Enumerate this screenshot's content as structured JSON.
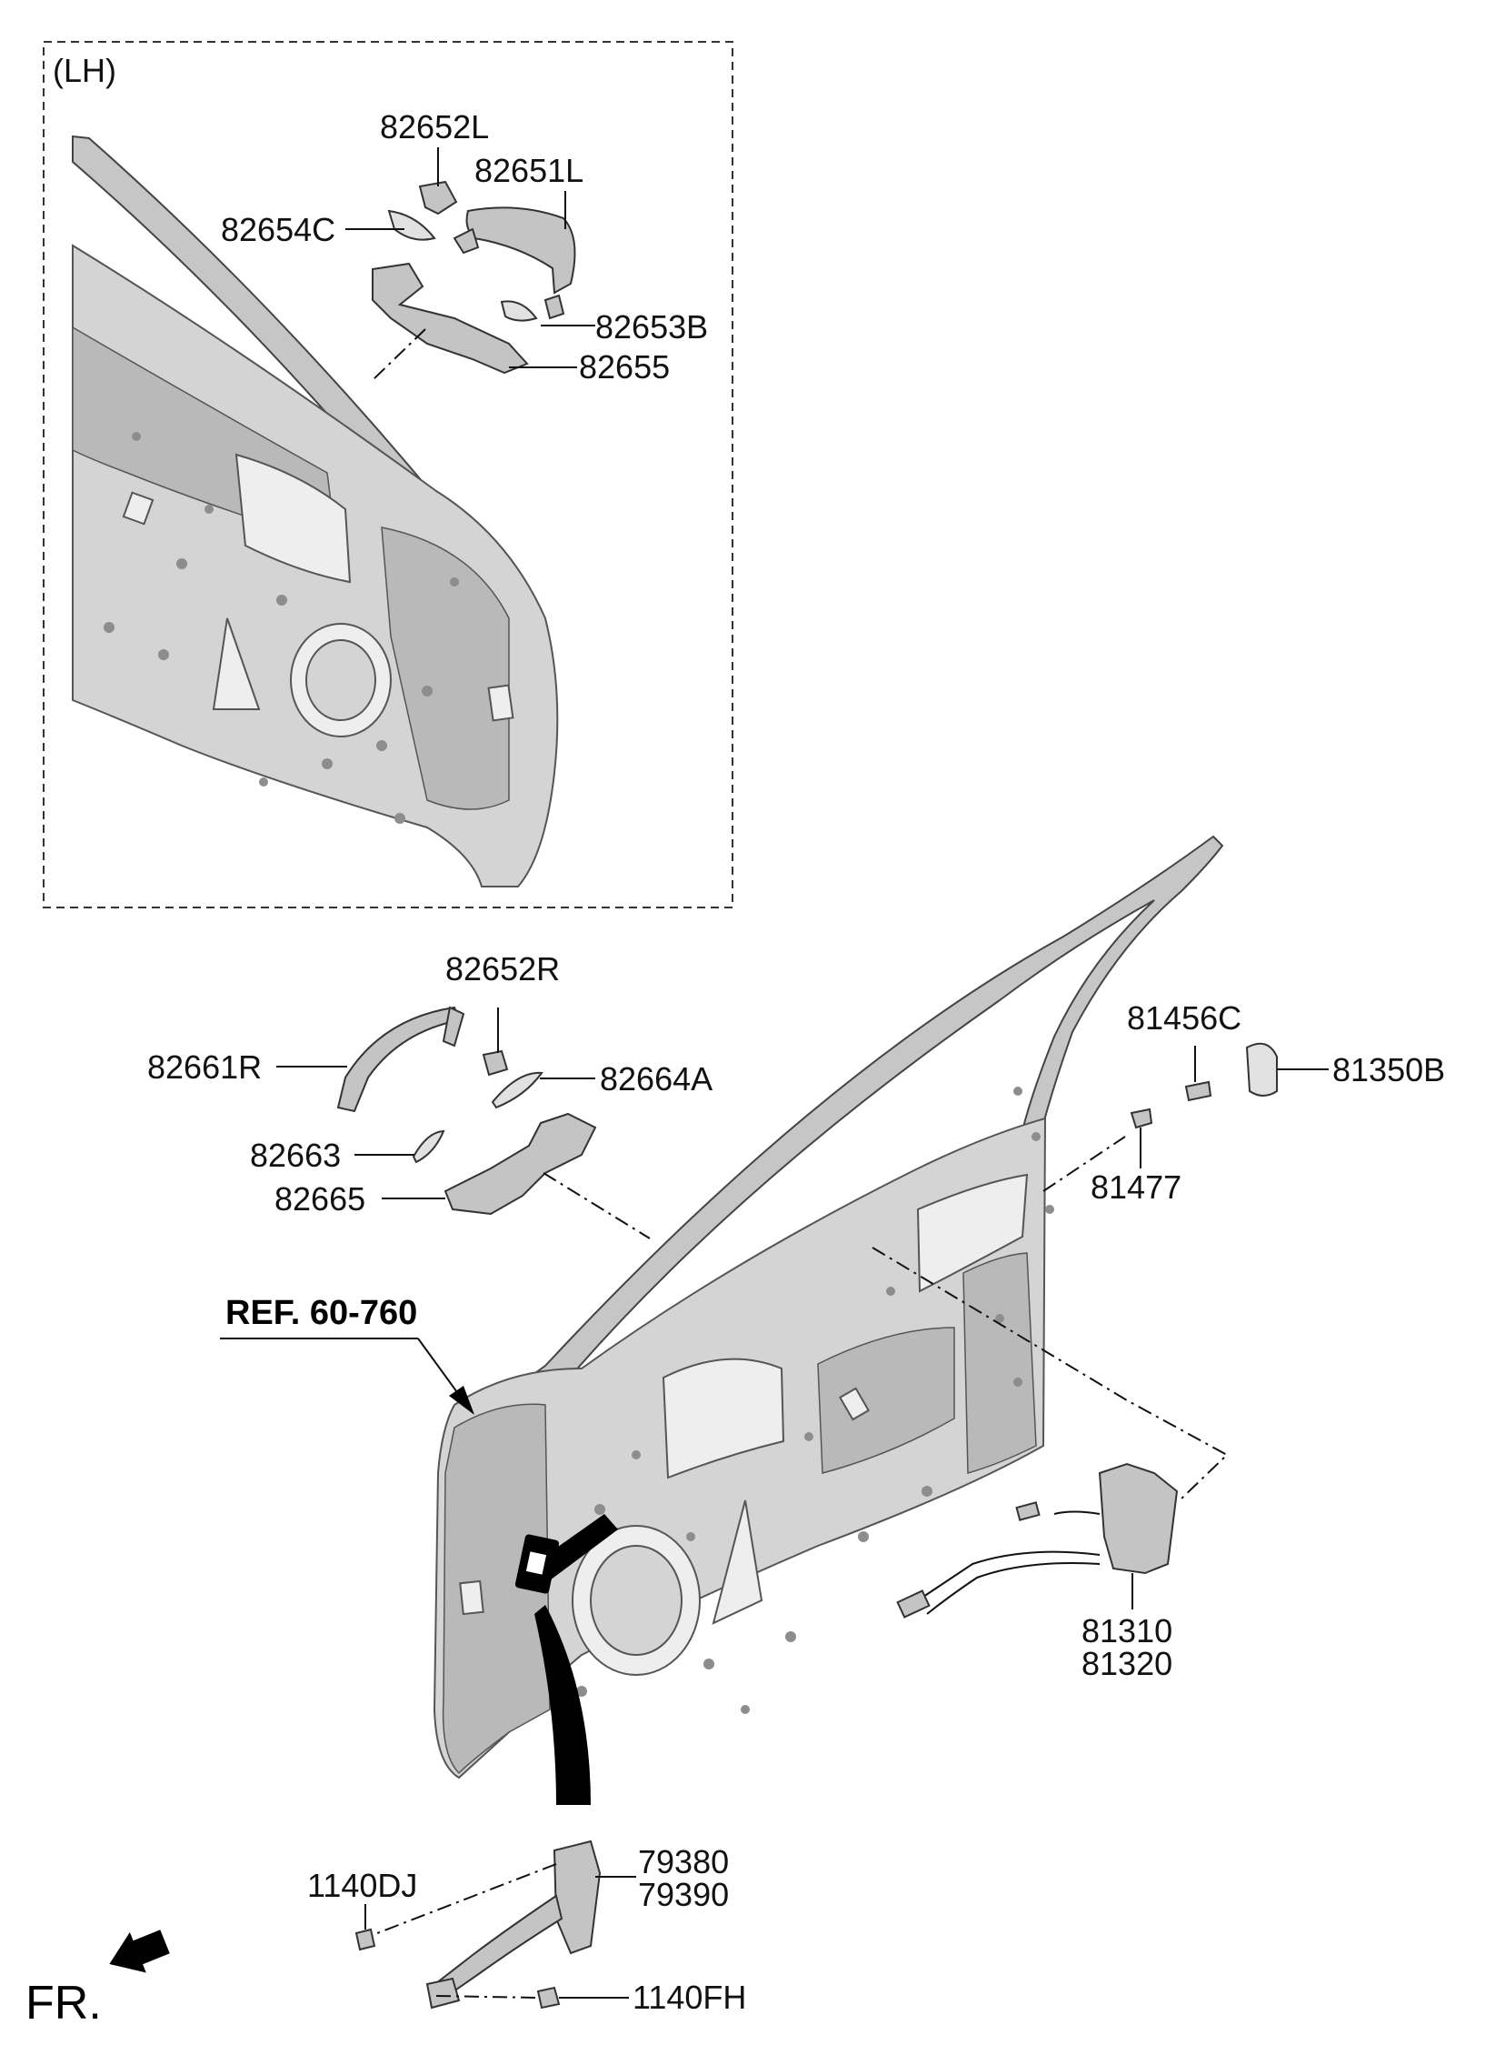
{
  "lh_inset": {
    "title": "(LH)",
    "parts": [
      {
        "code": "82652L",
        "name_key": "part-82652l"
      },
      {
        "code": "82651L",
        "name_key": "part-82651l"
      },
      {
        "code": "82654C",
        "name_key": "part-82654c"
      },
      {
        "code": "82653B",
        "name_key": "part-82653b"
      },
      {
        "code": "82655",
        "name_key": "part-82655"
      }
    ]
  },
  "main": {
    "handle_parts": [
      "82652R",
      "82661R",
      "82664A",
      "82663",
      "82665"
    ],
    "lock_parts": [
      "81456C",
      "81350B",
      "81477",
      "81310",
      "81320"
    ],
    "reference": "REF. 60-760",
    "checker_parts": [
      "79380",
      "79390",
      "1140DJ",
      "1140FH"
    ]
  },
  "orientation": {
    "label": "FR."
  },
  "colors": {
    "panel": "#d4d4d4",
    "outline": "#333333",
    "checker": "#000000"
  }
}
